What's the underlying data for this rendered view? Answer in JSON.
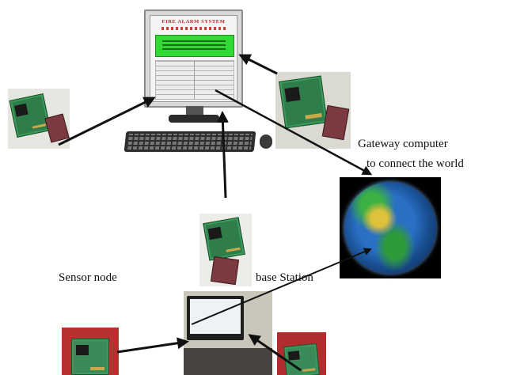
{
  "diagram": {
    "labels": {
      "gateway_line1": "Gateway computer",
      "gateway_line2": "to connect the world",
      "sensor_node": "Sensor node",
      "base_station": "base Station"
    },
    "screen": {
      "title": "FIRE ALARM SYSTEM"
    },
    "nodes": [
      {
        "id": "gateway-monitor",
        "kind": "computer"
      },
      {
        "id": "sensor-board-left",
        "kind": "sensor-node"
      },
      {
        "id": "sensor-board-right",
        "kind": "sensor-node"
      },
      {
        "id": "sensor-board-middle",
        "kind": "sensor-node"
      },
      {
        "id": "base-station-computer",
        "kind": "base-station"
      },
      {
        "id": "sensor-board-bottom-left",
        "kind": "sensor-node"
      },
      {
        "id": "sensor-board-bottom-right",
        "kind": "sensor-node"
      },
      {
        "id": "world-globe",
        "kind": "world"
      }
    ],
    "edges": [
      {
        "from": "sensor-board-left",
        "to": "gateway-monitor"
      },
      {
        "from": "sensor-board-right",
        "to": "gateway-monitor"
      },
      {
        "from": "sensor-board-middle",
        "to": "gateway-monitor"
      },
      {
        "from": "gateway-monitor",
        "to": "world-globe"
      },
      {
        "from": "base-station-computer",
        "to": "world-globe"
      },
      {
        "from": "sensor-board-bottom-left",
        "to": "base-station-computer"
      },
      {
        "from": "sensor-board-bottom-right",
        "to": "base-station-computer"
      }
    ],
    "colors": {
      "arrow": "#111111",
      "screen_panel": "#33d933",
      "screen_title": "#c62020"
    }
  }
}
